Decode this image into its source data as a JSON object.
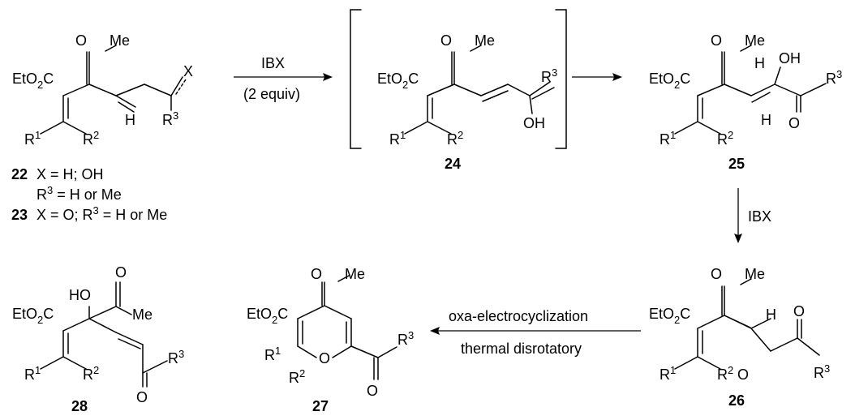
{
  "reagents": {
    "step1_reagent": "IBX",
    "step1_equiv": "(2 equiv)",
    "step3_reagent": "IBX",
    "step4_top": "oxa-electrocyclization",
    "step4_bottom": "thermal disrotatory"
  },
  "compounds": {
    "c22": {
      "number": "22",
      "def1": "X = H; OH",
      "def2a": "R",
      "def2b": "3",
      "def2c": " = H or Me"
    },
    "c23": {
      "number": "23",
      "defa": "X = O; R",
      "defb": "3",
      "defc": " = H or Me"
    },
    "c24": {
      "number": "24"
    },
    "c25": {
      "number": "25"
    },
    "c26": {
      "number": "26"
    },
    "c27": {
      "number": "27"
    },
    "c28": {
      "number": "28"
    }
  },
  "atoms": {
    "O": "O",
    "Me": "Me",
    "EtO": "EtO",
    "two": "2",
    "C": "C",
    "H": "H",
    "X": "X",
    "R": "R",
    "sup1": "1",
    "sup2": "2",
    "sup3": "3",
    "OH": "OH",
    "HO": "HO"
  }
}
